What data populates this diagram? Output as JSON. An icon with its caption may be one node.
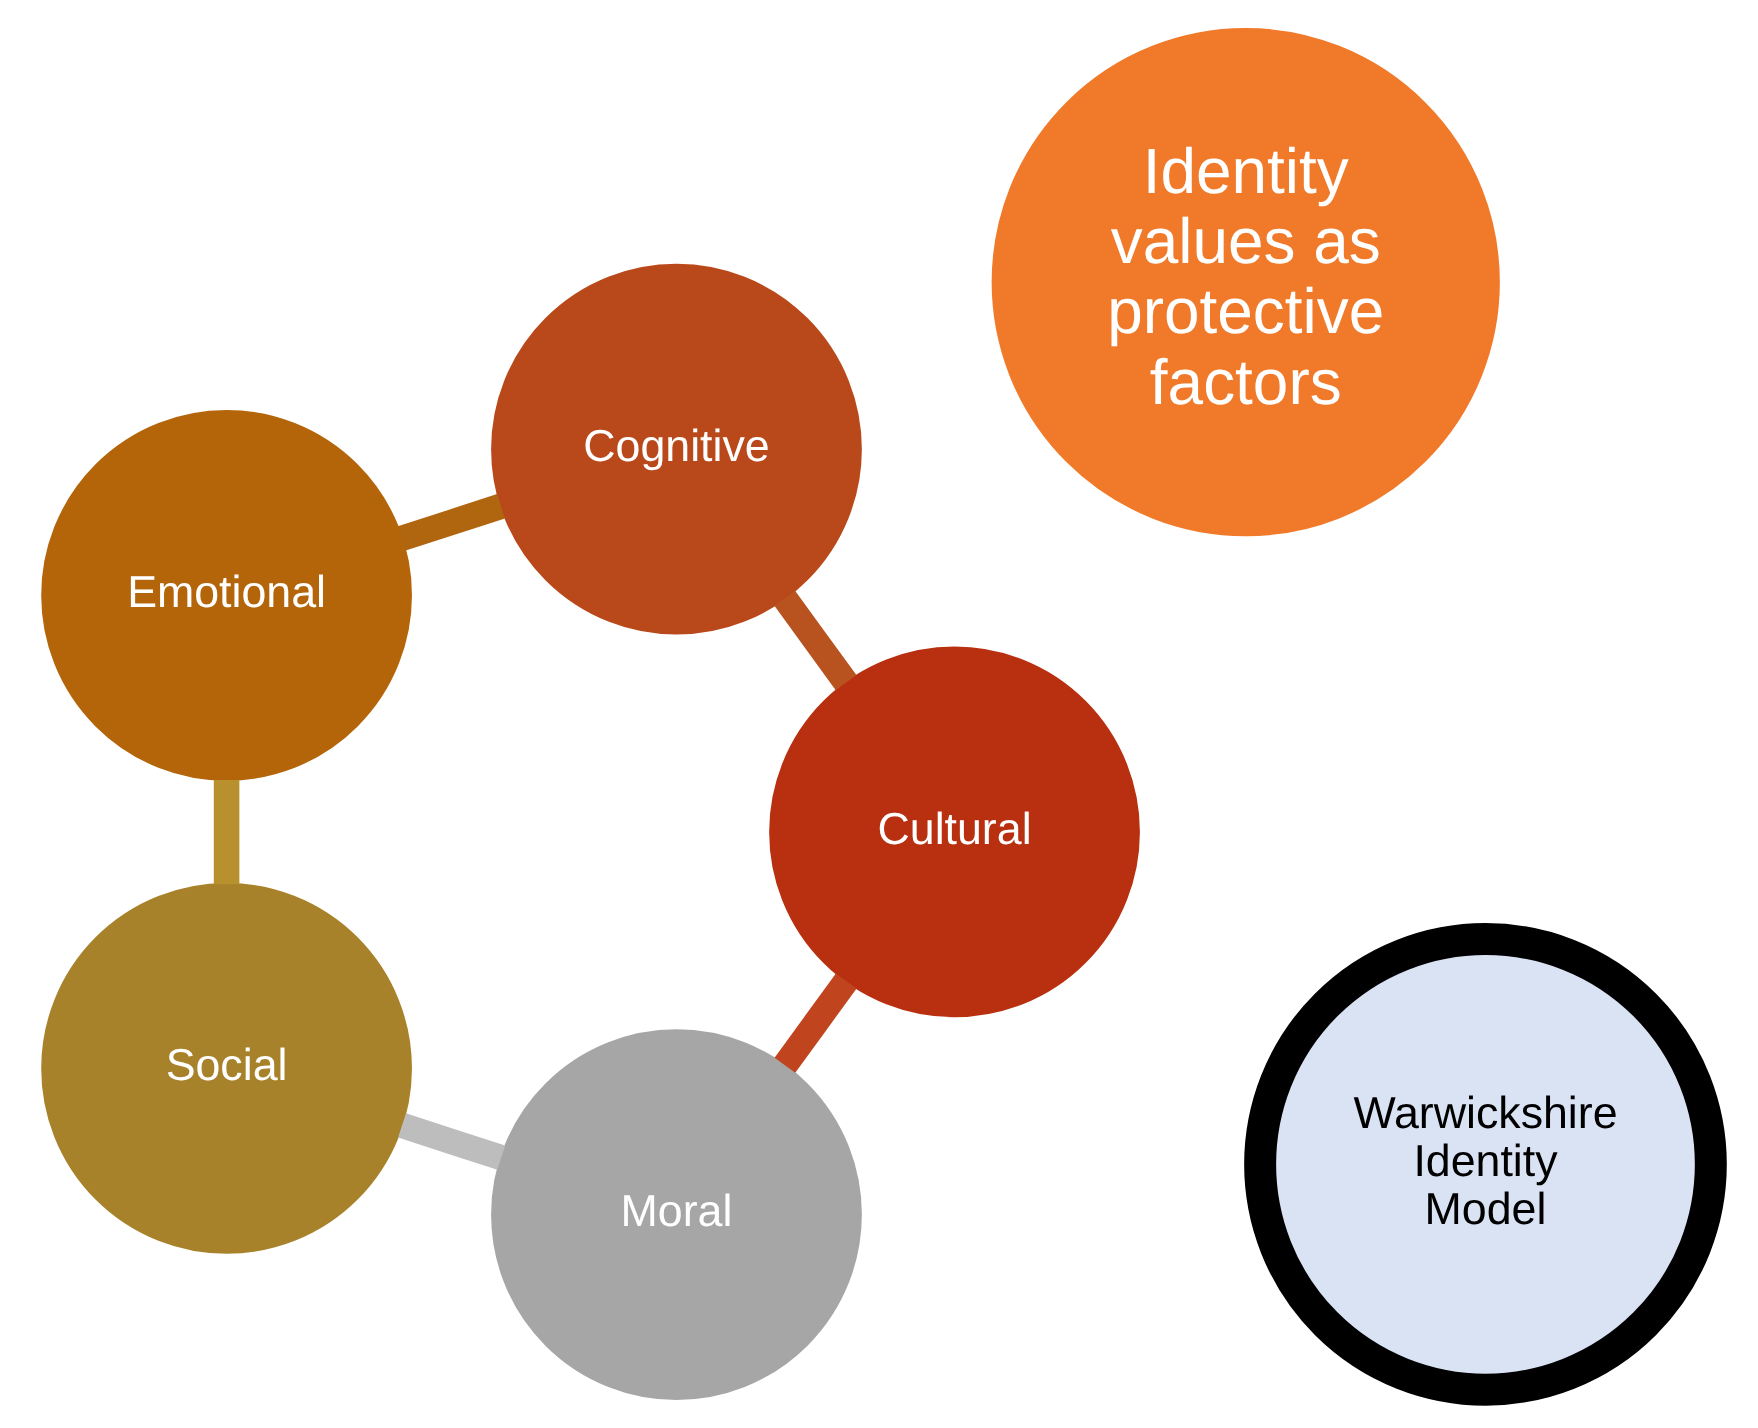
{
  "diagram": {
    "nodes": [
      {
        "text": [
          "Warwickshire Identity Model"
        ]
      },
      {
        "text": [
          "Moral"
        ]
      },
      {
        "text": [
          "Social"
        ]
      },
      {
        "text": [
          "Emotional"
        ]
      },
      {
        "text": [
          "Cognitive"
        ]
      },
      {
        "text": [
          "Cultural"
        ]
      },
      {
        "text": [
          "Identity values as protective factors"
        ]
      }
    ],
    "edges": [
      {
        "from": 1,
        "to": 2,
        "arrow": "none",
        "color": "#bdbdbd"
      },
      {
        "from": 2,
        "to": 3,
        "arrow": "none",
        "color": "#b8902e"
      },
      {
        "from": 3,
        "to": 4,
        "arrow": "none",
        "color": "#b0650f"
      },
      {
        "from": 4,
        "to": 5,
        "arrow": "none",
        "color": "#b8521e"
      },
      {
        "from": 5,
        "to": 1,
        "arrow": "none",
        "color": "#c0441e"
      }
    ]
  }
}
